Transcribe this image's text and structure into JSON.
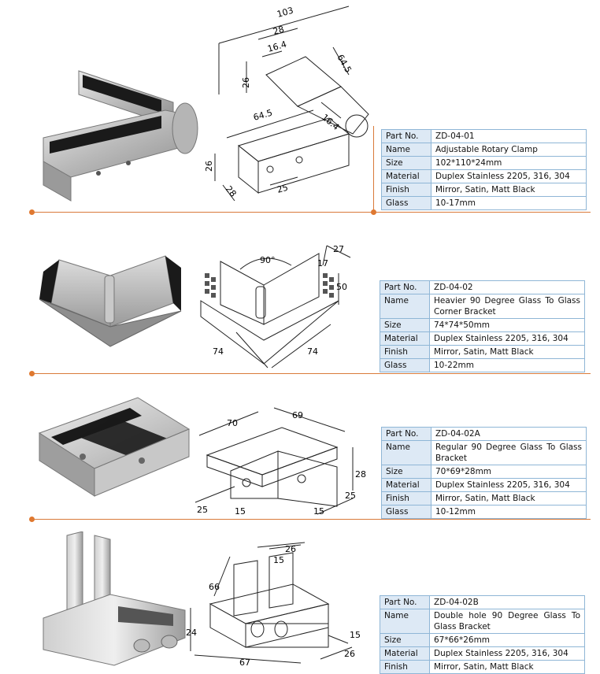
{
  "products": [
    {
      "dims": {
        "d103": "103",
        "d28": "28",
        "d16_4a": "16.4",
        "d64_5a": "64.5",
        "d26a": "26",
        "d64_5b": "64.5",
        "d16_4b": "16.4",
        "d26b": "26",
        "d28b": "28",
        "d25": "25"
      },
      "spec": [
        {
          "k": "Part No.",
          "v": "ZD-04-01"
        },
        {
          "k": "Name",
          "v": "Adjustable Rotary Clamp"
        },
        {
          "k": "Size",
          "v": "102*110*24mm"
        },
        {
          "k": "Material",
          "v": "Duplex Stainless 2205, 316, 304"
        },
        {
          "k": "Finish",
          "v": "Mirror, Satin, Matt Black"
        },
        {
          "k": "Glass",
          "v": "10-17mm"
        }
      ]
    },
    {
      "dims": {
        "angle": "90°",
        "d27": "27",
        "d17": "17",
        "d50": "50",
        "d74a": "74",
        "d74b": "74"
      },
      "spec": [
        {
          "k": "Part No.",
          "v": "ZD-04-02"
        },
        {
          "k": "Name",
          "v": "Heavier 90 Degree Glass To Glass Corner Bracket"
        },
        {
          "k": "Size",
          "v": "74*74*50mm"
        },
        {
          "k": "Material",
          "v": "Duplex Stainless 2205, 316, 304"
        },
        {
          "k": "Finish",
          "v": "Mirror, Satin, Matt Black"
        },
        {
          "k": "Glass",
          "v": "10-22mm"
        }
      ]
    },
    {
      "dims": {
        "d70": "70",
        "d69": "69",
        "d28": "28",
        "d25a": "25",
        "d15a": "15",
        "d15b": "15",
        "d25b": "25"
      },
      "spec": [
        {
          "k": "Part No.",
          "v": "ZD-04-02A"
        },
        {
          "k": "Name",
          "v": "Regular 90 Degree Glass To Glass Bracket"
        },
        {
          "k": "Size",
          "v": "70*69*28mm"
        },
        {
          "k": "Material",
          "v": "Duplex Stainless 2205, 316, 304"
        },
        {
          "k": "Finish",
          "v": "Mirror, Satin, Matt Black"
        },
        {
          "k": "Glass",
          "v": "10-12mm"
        }
      ]
    },
    {
      "dims": {
        "d26a": "26",
        "d15a": "15",
        "d66": "66",
        "d24": "24",
        "d15b": "15",
        "d26b": "26",
        "d67": "67"
      },
      "spec": [
        {
          "k": "Part No.",
          "v": "ZD-04-02B"
        },
        {
          "k": "Name",
          "v": "Double hole 90 Degree Glass To Glass Bracket"
        },
        {
          "k": "Size",
          "v": "67*66*26mm"
        },
        {
          "k": "Material",
          "v": "Duplex Stainless 2205, 316, 304"
        },
        {
          "k": "Finish",
          "v": "Mirror, Satin, Matt Black"
        }
      ]
    }
  ]
}
